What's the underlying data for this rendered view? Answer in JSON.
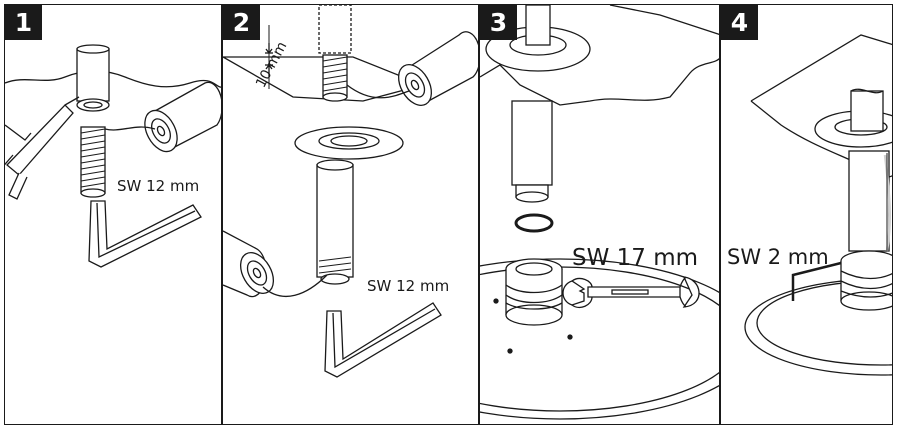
{
  "steps": [
    {
      "number": "1",
      "label": "SW 12 mm"
    },
    {
      "number": "2",
      "label": "SW 12 mm",
      "dimension": "10 mm"
    },
    {
      "number": "3",
      "label": "SW 17 mm"
    },
    {
      "number": "4",
      "label": "SW 2 mm"
    }
  ]
}
